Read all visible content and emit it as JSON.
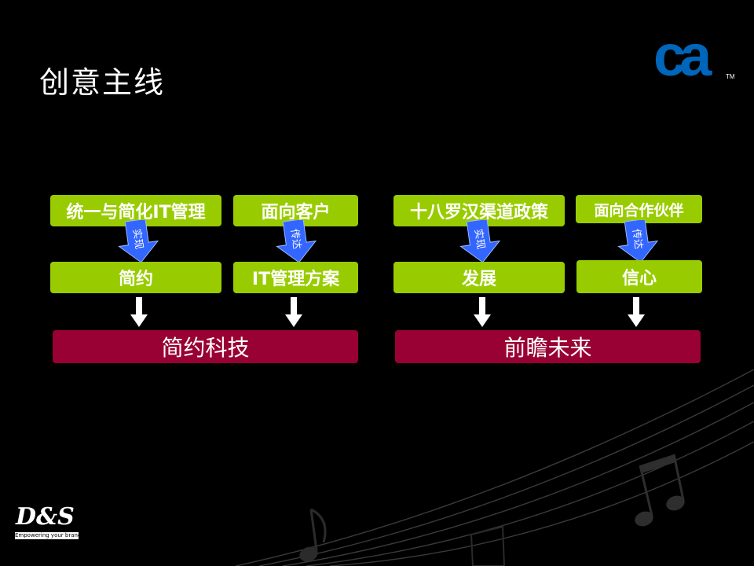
{
  "slide": {
    "title": "创意主线"
  },
  "logos": {
    "ca_text": "ca",
    "ca_tm": "TM",
    "ds_text": "D&S",
    "ds_tagline": "Empowering your brand"
  },
  "colors": {
    "background": "#000000",
    "box_green": "#99cc00",
    "result_maroon": "#990033",
    "arrow_blue": "#3366ff",
    "arrow_white": "#ffffff"
  },
  "groups": [
    {
      "top_boxes": [
        "统一与简化IT管理",
        "面向客户"
      ],
      "arrow_labels": [
        "实现",
        "传达"
      ],
      "middle_boxes": [
        "简约",
        "IT管理方案"
      ],
      "result": "简约科技"
    },
    {
      "top_boxes": [
        "十八罗汉渠道政策",
        "面向合作伙伴"
      ],
      "arrow_labels": [
        "实现",
        "传达"
      ],
      "middle_boxes": [
        "发展",
        "信心"
      ],
      "result": "前瞻未来"
    }
  ],
  "icons": [
    "ca-logo",
    "ds-logo",
    "music-note-icon"
  ]
}
